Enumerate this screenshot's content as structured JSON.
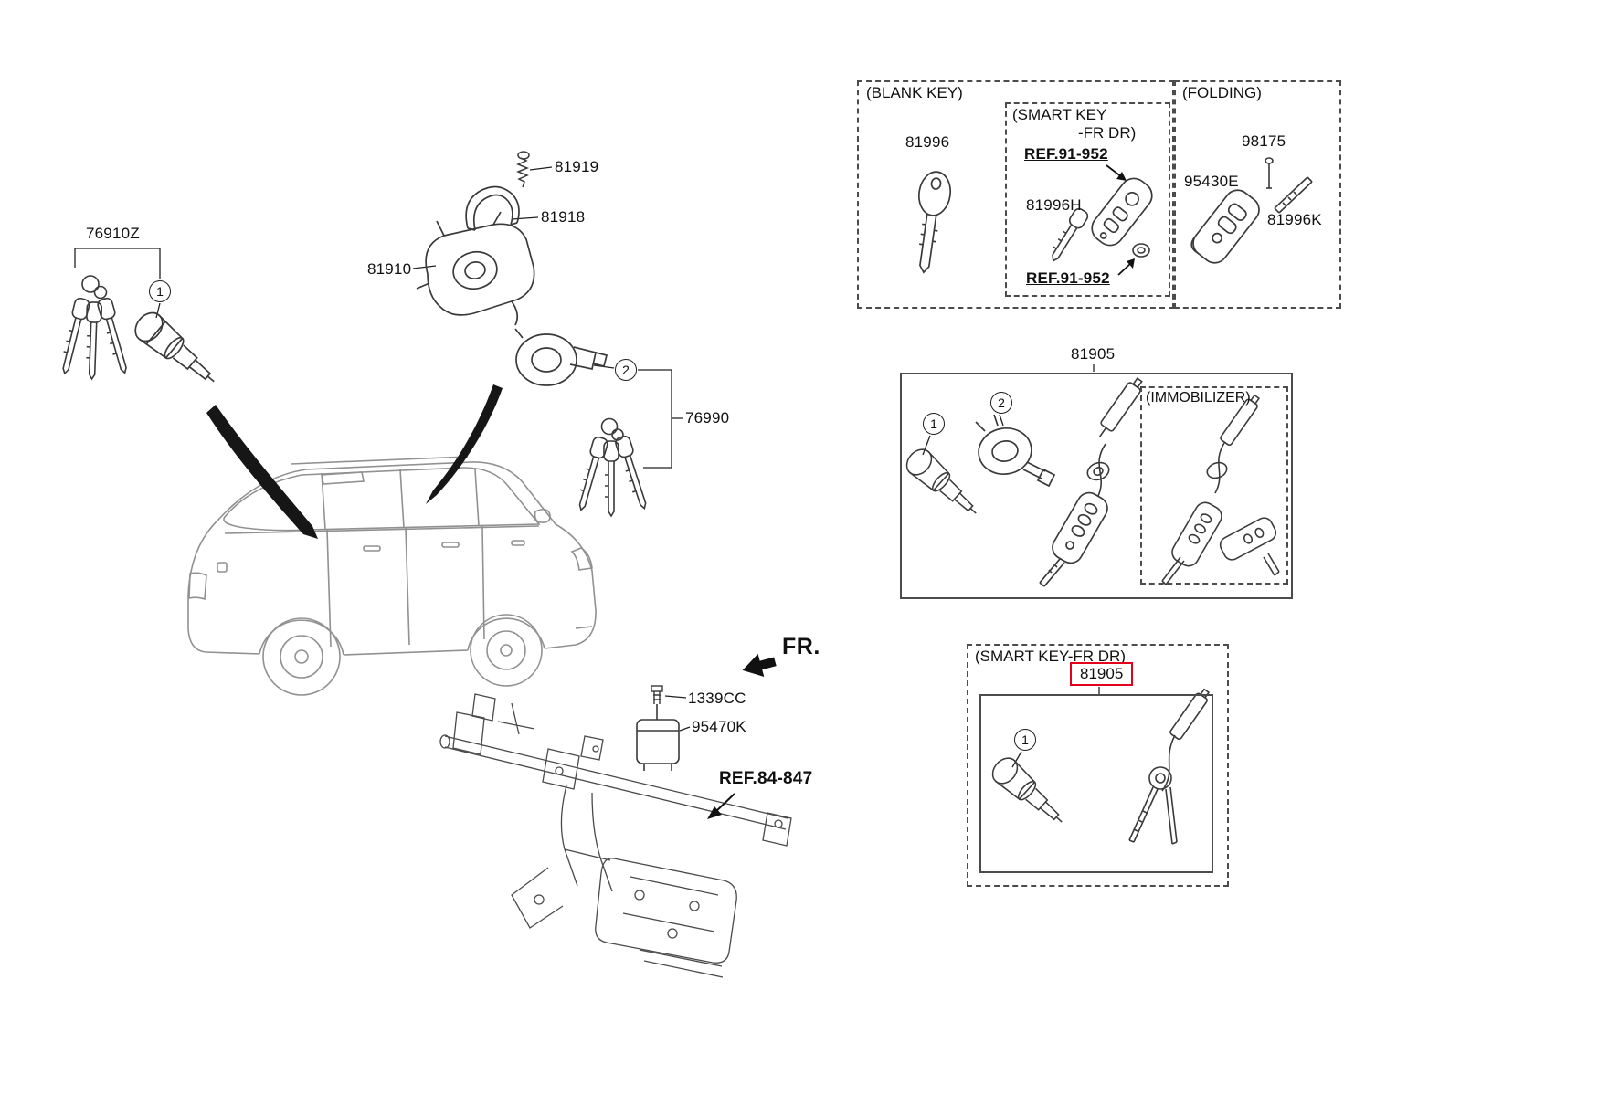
{
  "diagram": {
    "part_labels": {
      "p76910z": "76910Z",
      "p81919": "81919",
      "p81918": "81918",
      "p81910": "81910",
      "p76990": "76990",
      "p1339cc": "1339CC",
      "p95470k": "95470K",
      "ref_84_847": "REF.84-847",
      "fr": "FR."
    },
    "callouts": {
      "one": "1",
      "two": "2"
    }
  },
  "blank_key_panel": {
    "title": "(BLANK KEY)",
    "p81996": "81996",
    "smart_key_inset": {
      "title_line1": "(SMART KEY",
      "title_line2": "-FR DR)",
      "ref_top": "REF.91-952",
      "p81996h": "81996H",
      "ref_bottom": "REF.91-952"
    }
  },
  "folding_panel": {
    "title": "(FOLDING)",
    "p98175": "98175",
    "p95430e": "95430E",
    "p81996k": "81996K"
  },
  "key_set_panel": {
    "p81905": "81905",
    "immobilizer_title": "(IMMOBILIZER)"
  },
  "smart_key_panel": {
    "title": "(SMART KEY-FR DR)",
    "p81905": "81905"
  }
}
